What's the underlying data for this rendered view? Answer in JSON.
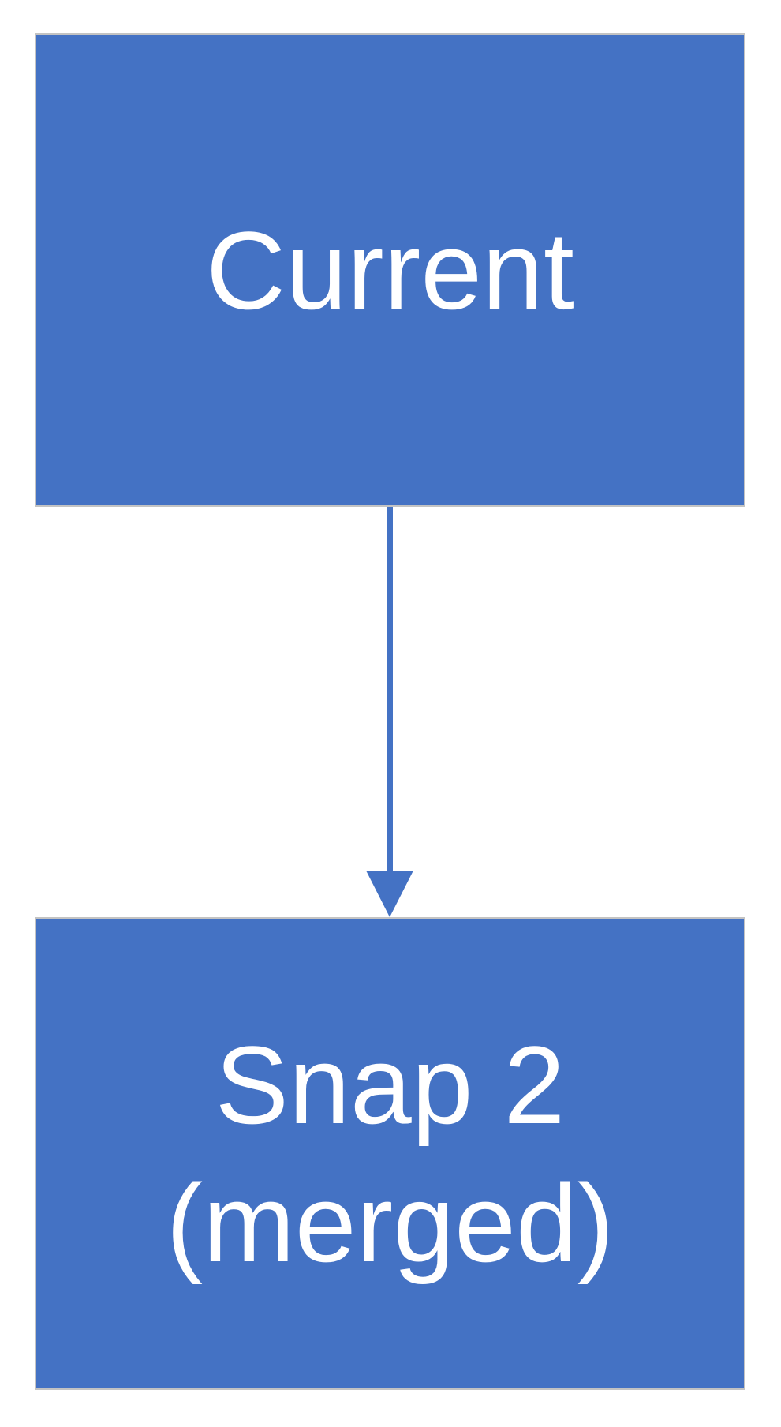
{
  "diagram": {
    "type": "flow",
    "background": "#FFFFFF",
    "nodes": [
      {
        "id": "current",
        "label": "Current",
        "fill": "#4472C4",
        "border_color": "#C3C3C3",
        "text_color": "#FFFFFF"
      },
      {
        "id": "snap2-merged",
        "lines": [
          "Snap 2",
          "(merged)"
        ],
        "fill": "#4472C4",
        "border_color": "#C3C3C3",
        "text_color": "#FFFFFF"
      }
    ],
    "connectors": [
      {
        "from": "current",
        "to": "snap2-merged",
        "direction": "down",
        "style": "straight-arrow",
        "color": "#4472C4"
      }
    ]
  }
}
